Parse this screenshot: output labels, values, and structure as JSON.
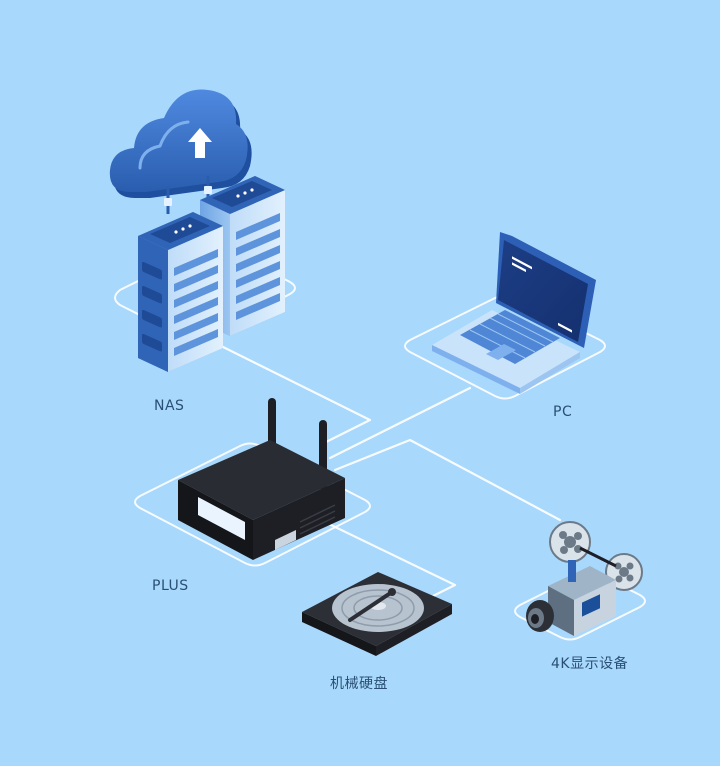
{
  "nodes": {
    "nas": {
      "label": "NAS",
      "icon": "nas-server-icon"
    },
    "pc": {
      "label": "PC",
      "icon": "laptop-icon"
    },
    "plus": {
      "label": "PLUS",
      "icon": "router-box-icon"
    },
    "hdd": {
      "label": "机械硬盘",
      "icon": "hard-disk-icon"
    },
    "display": {
      "label": "4K显示设备",
      "icon": "projector-icon"
    }
  },
  "edges": [
    {
      "from": "plus",
      "to": "nas"
    },
    {
      "from": "plus",
      "to": "pc"
    },
    {
      "from": "plus",
      "to": "hdd"
    },
    {
      "from": "plus",
      "to": "display"
    }
  ],
  "cloud": {
    "icon": "cloud-upload-icon"
  },
  "colors": {
    "background": "#a8d8fc",
    "platform_line": "#ffffff",
    "server_blue": "#2f64b7",
    "server_light": "#dbeefe",
    "device_dark": "#1e1f24",
    "label_text": "#2b4f74"
  }
}
